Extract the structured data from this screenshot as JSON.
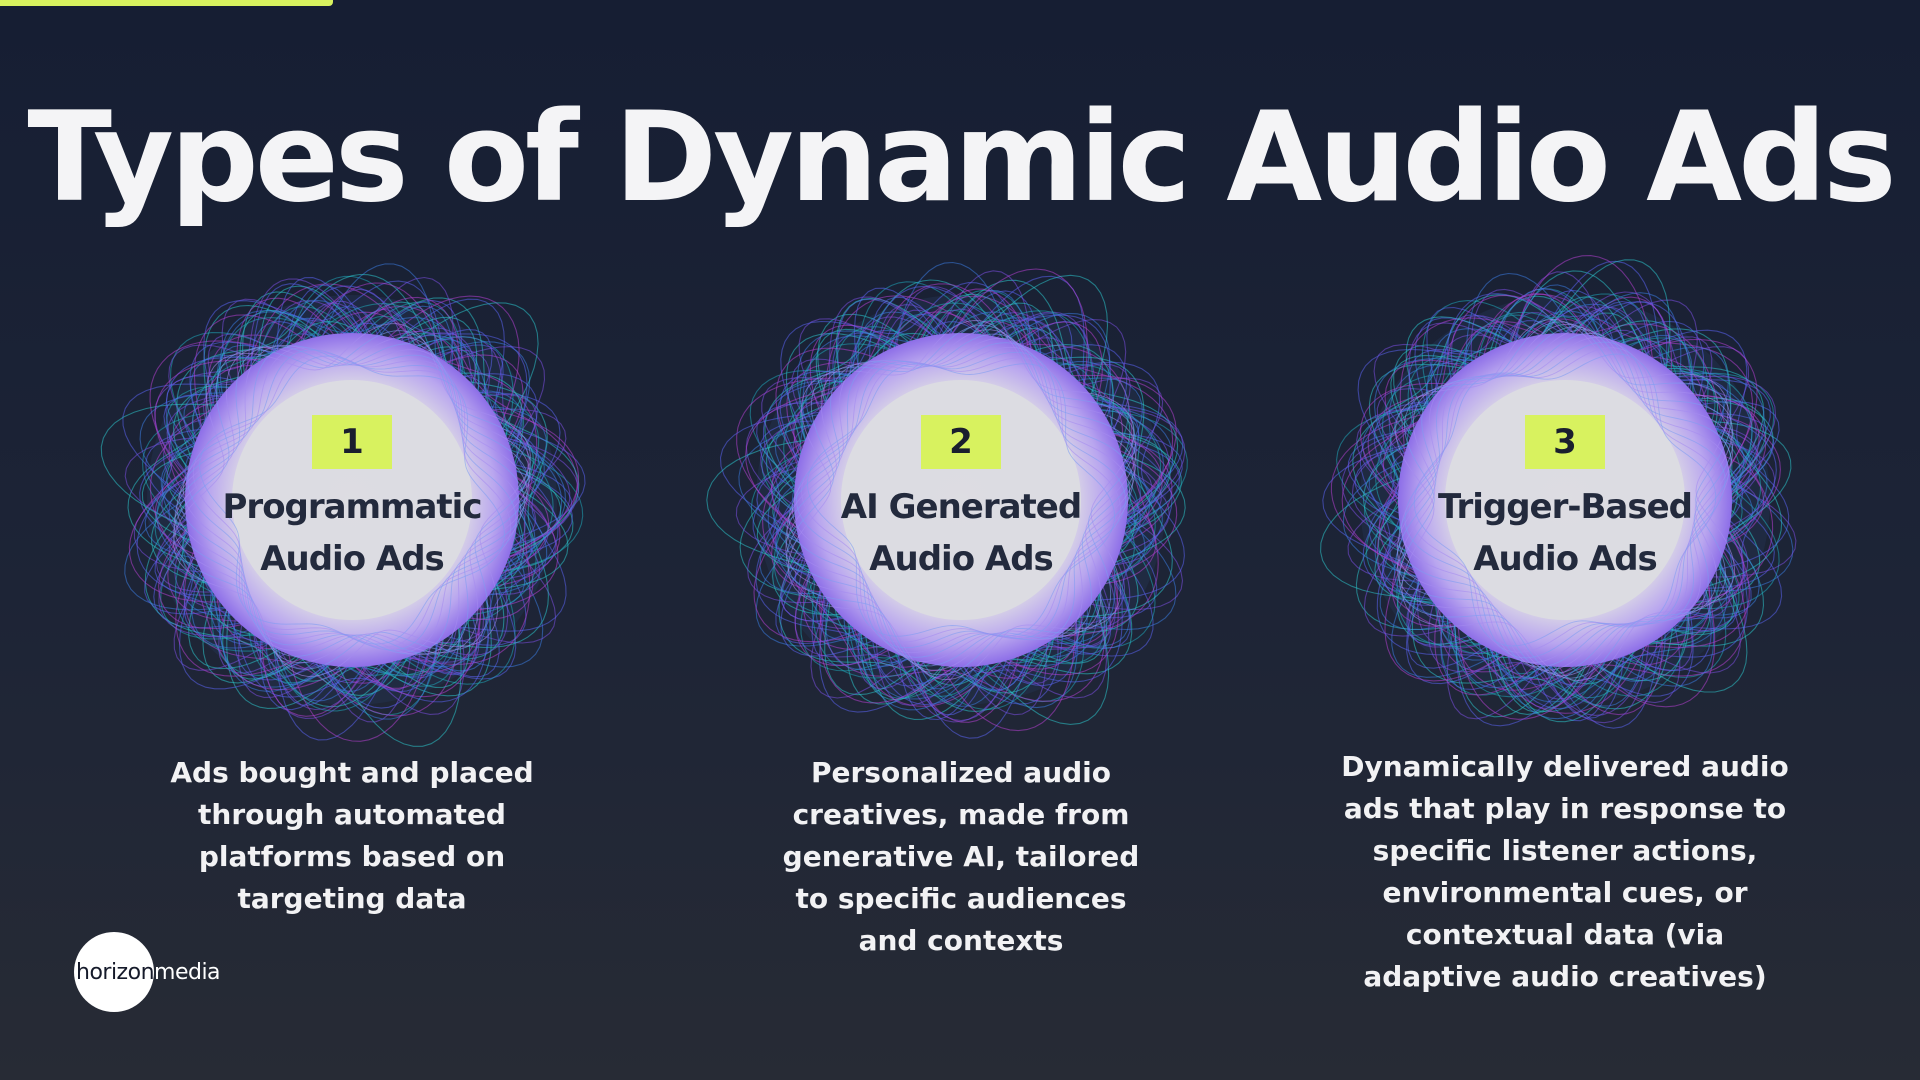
{
  "slide": {
    "title": "Types of Dynamic Audio Ads",
    "accent_color": "#d8f25f",
    "background_color": "#1b2236"
  },
  "cards": [
    {
      "number": "1",
      "label_line1": "Programmatic",
      "label_line2": "Audio Ads",
      "description_lines": [
        "Ads bought and placed",
        "through automated",
        "platforms based on",
        "targeting data"
      ]
    },
    {
      "number": "2",
      "label_line1": "AI Generated",
      "label_line2": "Audio Ads",
      "description_lines": [
        "Personalized audio",
        "creatives, made from",
        "generative AI, tailored",
        "to specific audiences",
        "and contexts"
      ]
    },
    {
      "number": "3",
      "label_line1": "Trigger-Based",
      "label_line2": "Audio Ads",
      "description_lines": [
        "Dynamically delivered audio",
        "ads that play in response to",
        "specific listener actions,",
        "environmental cues, or",
        "contextual data (via",
        "adaptive audio creatives)"
      ]
    }
  ],
  "logo": {
    "part1": "horizon",
    "part2": "media"
  },
  "icons": {
    "orb": "audio-waveform-orb-icon"
  }
}
